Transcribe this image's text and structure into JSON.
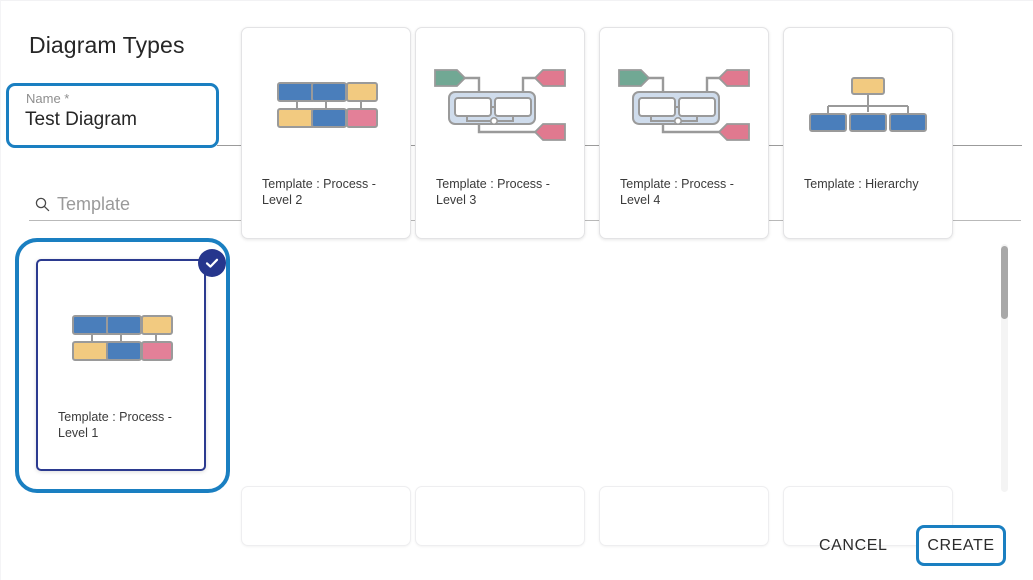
{
  "dialog": {
    "title": "Diagram Types"
  },
  "name_field": {
    "label": "Name *",
    "value": "Test Diagram",
    "placeholder": ""
  },
  "search": {
    "placeholder": "Template",
    "value": "",
    "icon": "search-icon"
  },
  "gallery": {
    "selected_index": 0,
    "check_icon": "check-circle-icon",
    "cards": [
      {
        "label": "Template : Process - Level 1",
        "thumb": "process-grid",
        "selected": true
      },
      {
        "label": "Template : Process - Level 2",
        "thumb": "process-grid",
        "selected": false
      },
      {
        "label": "Template : Process - Level 3",
        "thumb": "process-flow",
        "selected": false
      },
      {
        "label": "Template : Process - Level 4",
        "thumb": "process-flow",
        "selected": false
      },
      {
        "label": "Template : Hierarchy",
        "thumb": "hierarchy",
        "selected": false
      }
    ]
  },
  "colors": {
    "focus_blue": "#1a7fc1",
    "selected_border": "#2b3a8f",
    "check_badge": "#26368d",
    "node_blue": "#4a7ebb",
    "node_yellow": "#f2ca80",
    "node_pink": "#e38098",
    "node_green": "#71a894",
    "node_stroke": "#9a9a9a",
    "group_fill": "#cfdcec",
    "text_primary": "#262626",
    "text_muted": "#8e8e8e"
  },
  "footer": {
    "cancel_label": "CANCEL",
    "create_label": "CREATE"
  }
}
